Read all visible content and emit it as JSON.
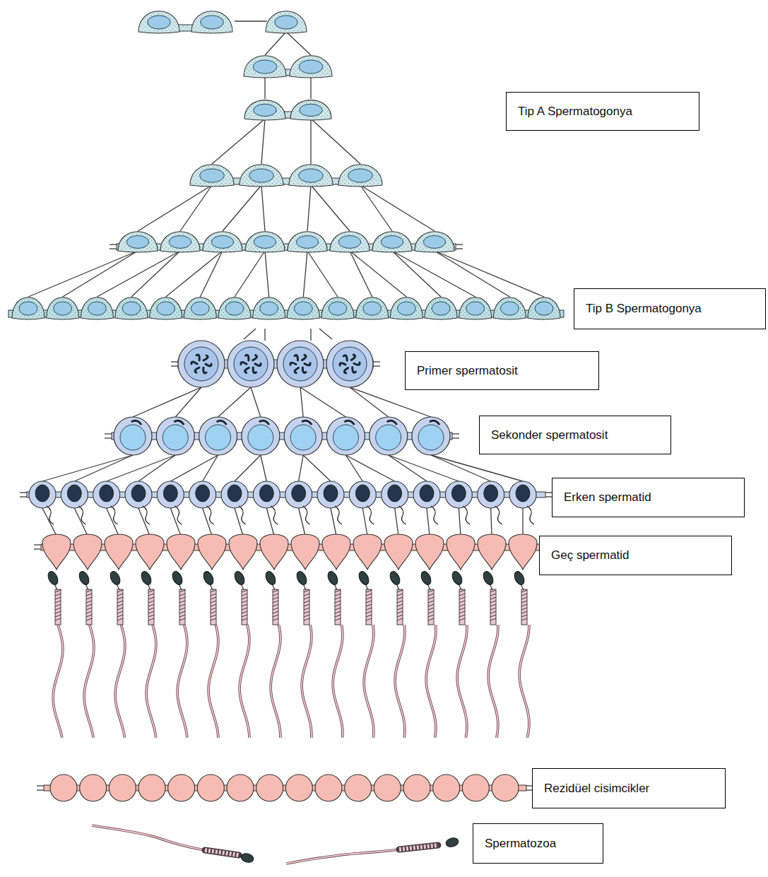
{
  "diagram": {
    "nodes": [
      {
        "text": [
          "Tip A Spermatogonya"
        ]
      },
      {
        "text": [
          "Tip B Spermatogonya"
        ]
      },
      {
        "text": [
          "Primer spermatosit"
        ]
      },
      {
        "text": [
          "Sekonder spermatosit"
        ]
      },
      {
        "text": [
          "Erken spermatid"
        ]
      },
      {
        "text": [
          "Geç spermatid"
        ]
      },
      {
        "text": [
          "Rezidüel cisimcikler"
        ]
      },
      {
        "text": [
          "Spermatozoa"
        ]
      }
    ]
  }
}
